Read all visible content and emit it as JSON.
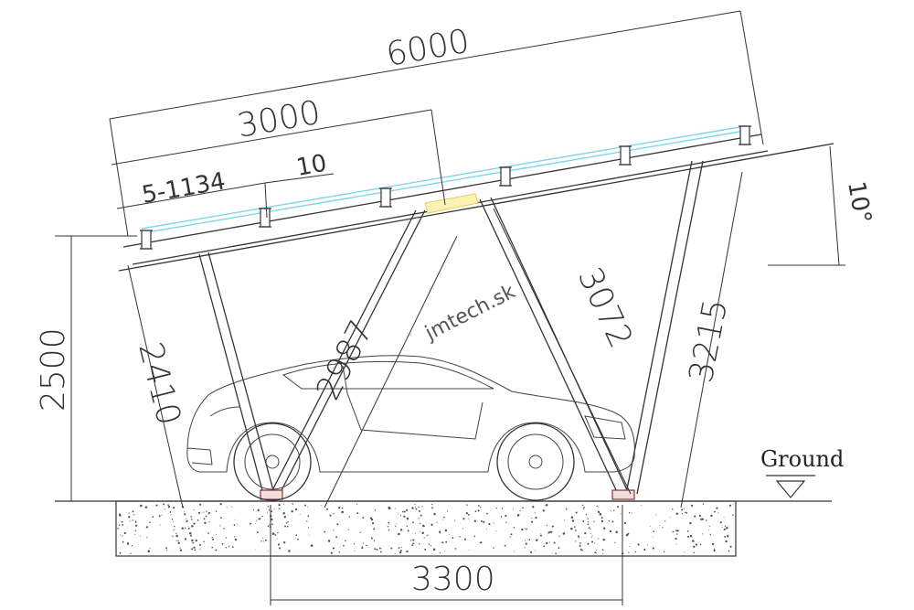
{
  "dimensions": {
    "total_length": "6000",
    "half_length": "3000",
    "rail_spacing": "5-1134",
    "rail_offset": "10",
    "tilt_angle": "10°",
    "front_height": "2500",
    "front_post": "2410",
    "front_brace": "2987",
    "rear_brace": "3072",
    "rear_post": "3215",
    "footing_span": "3300"
  },
  "labels": {
    "ground": "Ground",
    "watermark": "jmtech.sk"
  },
  "colors": {
    "rail": "#7fd6e6",
    "highlight": "#f3e27a",
    "line": "#333333",
    "foot": "#c98a8a"
  }
}
